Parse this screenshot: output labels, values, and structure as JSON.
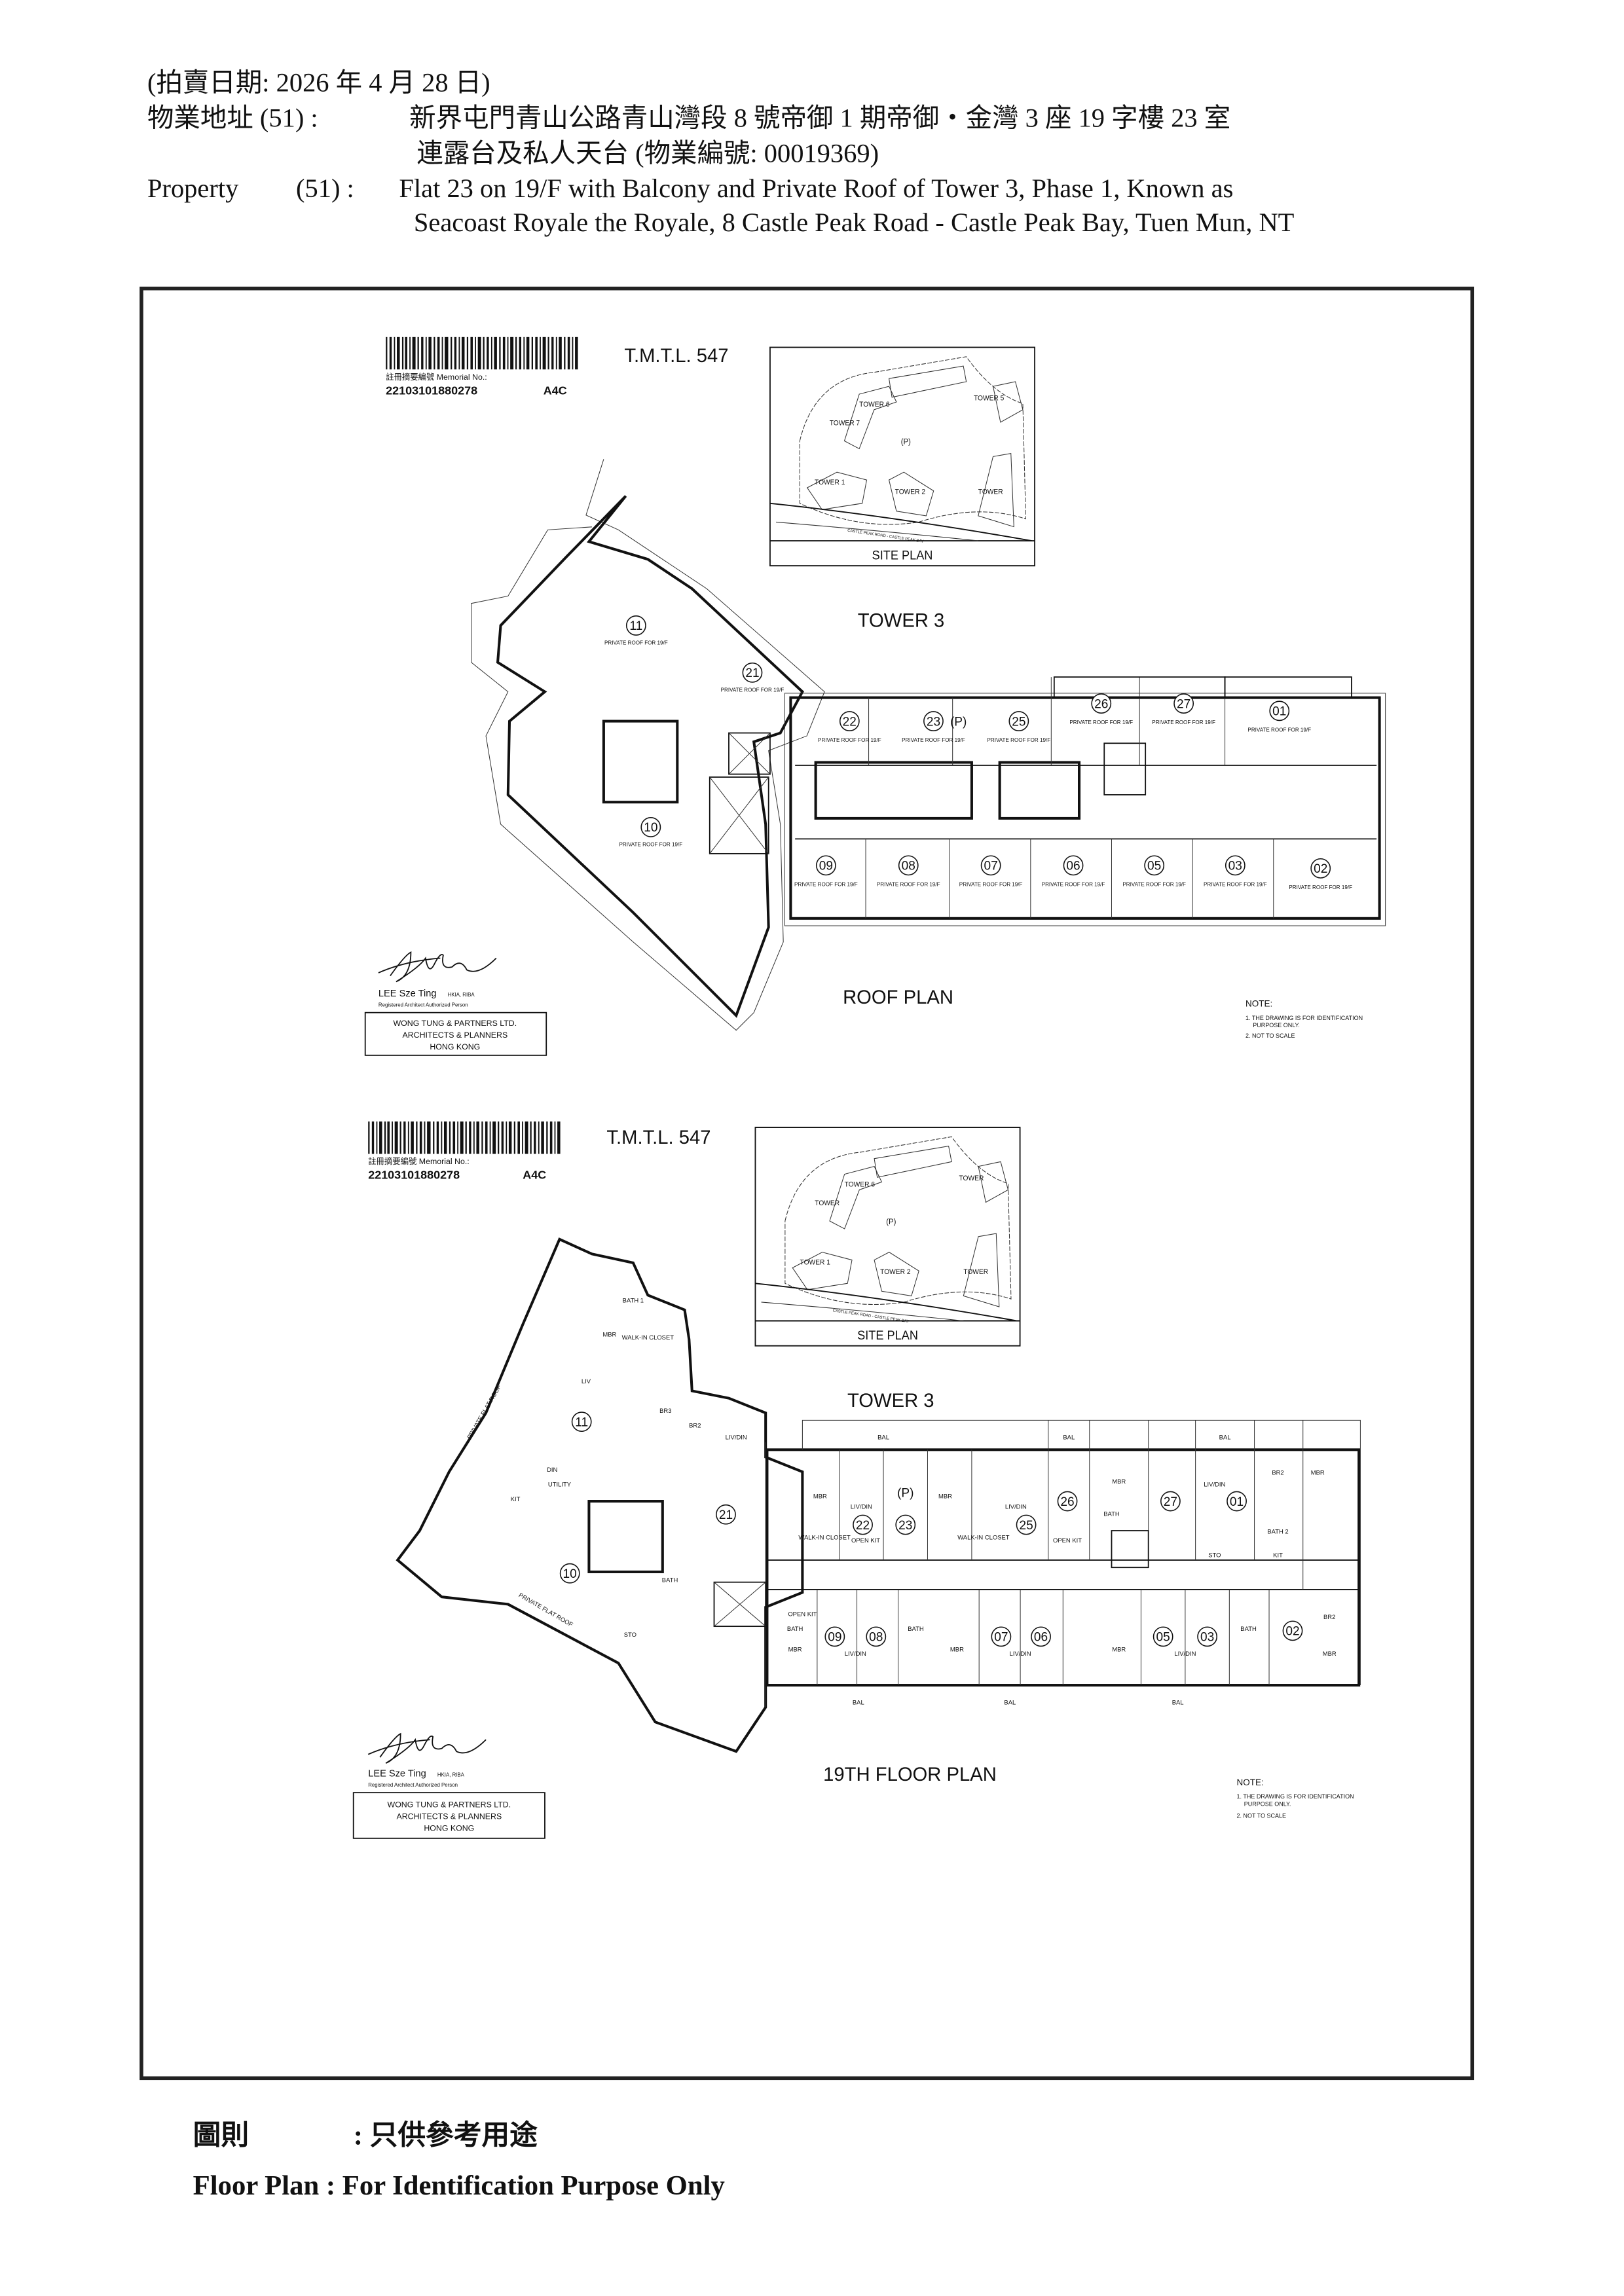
{
  "header": {
    "auction_date": "(拍賣日期:  2026 年 4 月 28 日)",
    "address_label_zh": "物業地址  (51) :",
    "address_zh_line1": "新界屯門青山公路青山灣段 8 號帝御 1 期帝御・金灣 3 座 19 字樓 23 室",
    "address_zh_line2": "連露台及私人天台 (物業編號: 00019369)",
    "property_label_en": "Property",
    "property_num_en": "(51) :",
    "address_en_line1": "Flat 23 on 19/F with Balcony and Private Roof of Tower 3, Phase 1, Known as",
    "address_en_line2": "Seacoast Royale the Royale, 8 Castle Peak Road - Castle Peak Bay, Tuen Mun, NT"
  },
  "drawings": [
    {
      "memorial_label": "註冊摘要編號 Memorial No.:",
      "memorial_no": "22103101880278",
      "sheet": "A4C",
      "lot": "T.M.T.L. 547",
      "site_plan": {
        "title": "SITE PLAN",
        "towers": [
          "TOWER 6",
          "TOWER 5",
          "TOWER 7",
          "(P)",
          "TOWER 1",
          "TOWER 2",
          "TOWER"
        ],
        "road": "CASTLE PEAK ROAD - CASTLE PEAK BAY"
      },
      "tower": "TOWER 3",
      "plan_title": "ROOF PLAN",
      "roof_label": "PRIVATE ROOF FOR 19/F",
      "units_top": [
        "22",
        "23",
        "25",
        "26",
        "27",
        "01"
      ],
      "units_bottom": [
        "09",
        "08",
        "07",
        "06",
        "05",
        "03",
        "02"
      ],
      "units_left": [
        "11",
        "21",
        "10"
      ],
      "p_mark": "(P)"
    },
    {
      "memorial_label": "註冊摘要編號 Memorial No.:",
      "memorial_no": "22103101880278",
      "sheet": "A4C",
      "lot": "T.M.T.L. 547",
      "site_plan": {
        "title": "SITE PLAN",
        "towers": [
          "TOWER 6",
          "TOWER",
          "TOWER",
          "(P)",
          "TOWER 1",
          "TOWER 2",
          "TOWER"
        ],
        "road": "CASTLE PEAK ROAD - CASTLE PEAK BAY"
      },
      "tower": "TOWER 3",
      "plan_title": "19TH FLOOR PLAN",
      "units_top": [
        "22",
        "23",
        "25",
        "26",
        "27",
        "01"
      ],
      "units_bottom": [
        "09",
        "08",
        "07",
        "06",
        "05",
        "03",
        "02"
      ],
      "units_left": [
        "11",
        "21",
        "10"
      ],
      "p_mark": "(P)",
      "rooms": [
        "MBR",
        "LIV/DIN",
        "BATH",
        "BAL",
        "OPEN KIT",
        "WALK-IN CLOSET",
        "PRIVATE FLAT ROOF",
        "UTILITY",
        "STO",
        "BR2",
        "BR3",
        "KIT",
        "DIN",
        "LIV",
        "BATH 1",
        "BATH 2"
      ]
    }
  ],
  "architect": {
    "name": "LEE Sze Ting",
    "quals": "HKIA, RIBA",
    "role": "Registered Architect   Authorized Person",
    "firm_line1": "WONG TUNG & PARTNERS LTD.",
    "firm_line2": "ARCHITECTS & PLANNERS",
    "firm_line3": "HONG KONG"
  },
  "note": {
    "title": "NOTE:",
    "item1a": "1. THE DRAWING IS FOR IDENTIFICATION",
    "item1b": "PURPOSE ONLY.",
    "item2": "2. NOT TO SCALE"
  },
  "footer": {
    "label_zh": "圖則",
    "text_zh": ": 只供參考用途",
    "text_en": "Floor Plan : For Identification Purpose Only"
  }
}
